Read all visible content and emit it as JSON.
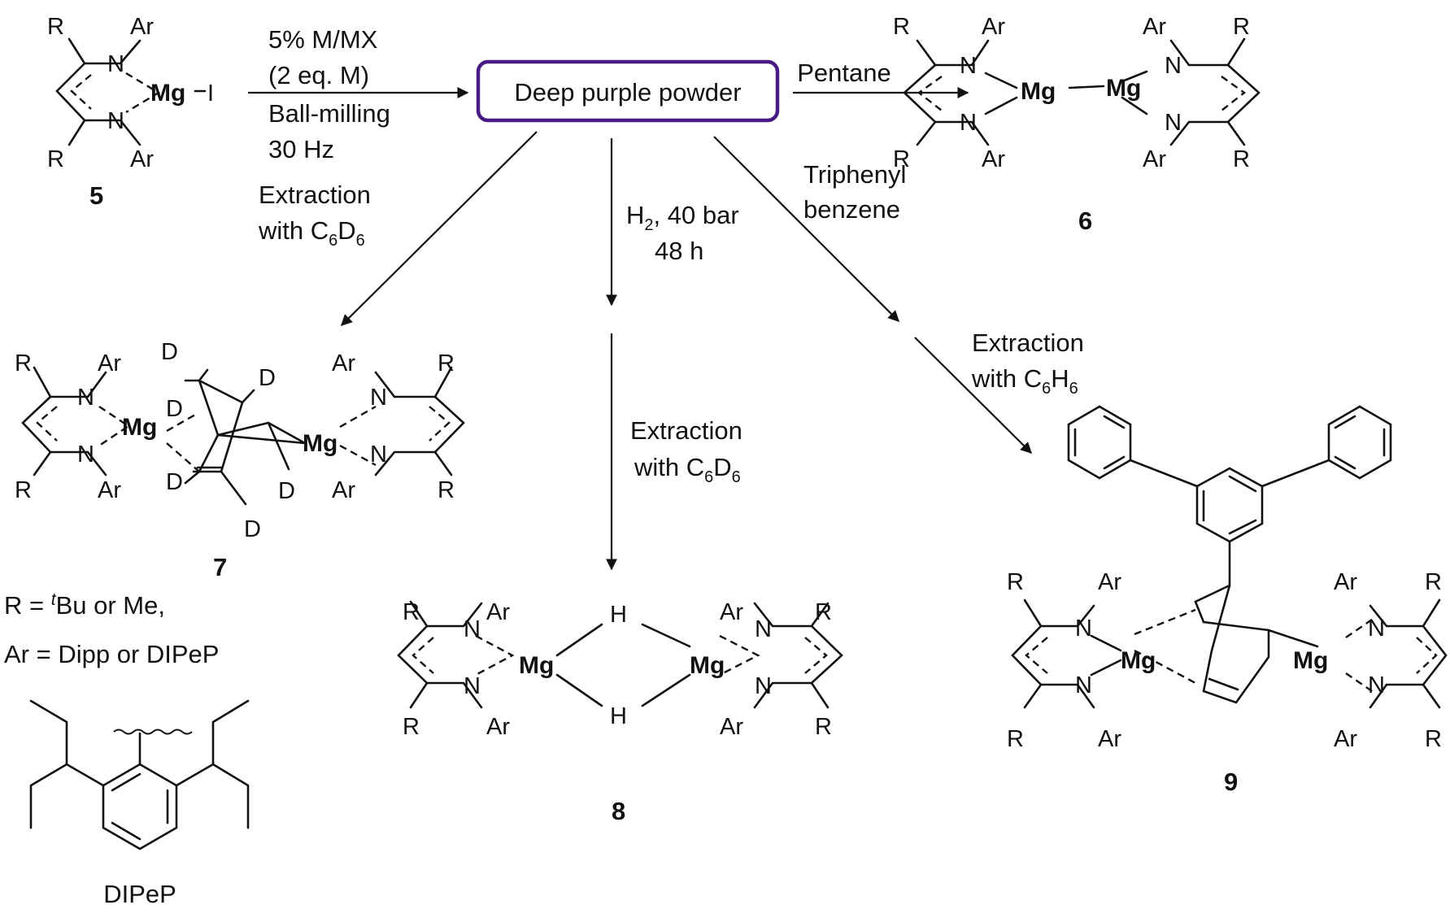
{
  "colors": {
    "magnesium": "#ee1c1c",
    "box_border": "#4a1a86",
    "ink": "#111111"
  },
  "atoms": {
    "r": "R",
    "ar": "Ar",
    "n": "N",
    "mg": "Mg",
    "i": "I",
    "h": "H",
    "d": "D"
  },
  "compounds": {
    "c5": "5",
    "c6": "6",
    "c7": "7",
    "c8": "8",
    "c9": "9"
  },
  "box": {
    "label": "Deep purple powder"
  },
  "conditions": {
    "milling": [
      "5% M/MX",
      "(2 eq. M)",
      "Ball-milling",
      "30 Hz"
    ],
    "pentane": "Pentane",
    "triphenyl": [
      "Triphenyl",
      "benzene"
    ],
    "hydrogen": {
      "h": "H",
      "sub": "2",
      "rest": ", 40 bar",
      "time": "48 h"
    },
    "extract_c6d6": {
      "line1": "Extraction",
      "pre": "with C",
      "s1": "6",
      "mid": "D",
      "s2": "6"
    },
    "extract_c6h6": {
      "line1": "Extraction",
      "pre": "with C",
      "s1": "6",
      "mid": "H",
      "s2": "6"
    }
  },
  "legend": {
    "r_pre": "R = ",
    "r_sup": "t",
    "r_post": "Bu or Me,",
    "ar_line": "Ar = Dipp or DIPeP",
    "dipep_label": "DIPeP"
  }
}
